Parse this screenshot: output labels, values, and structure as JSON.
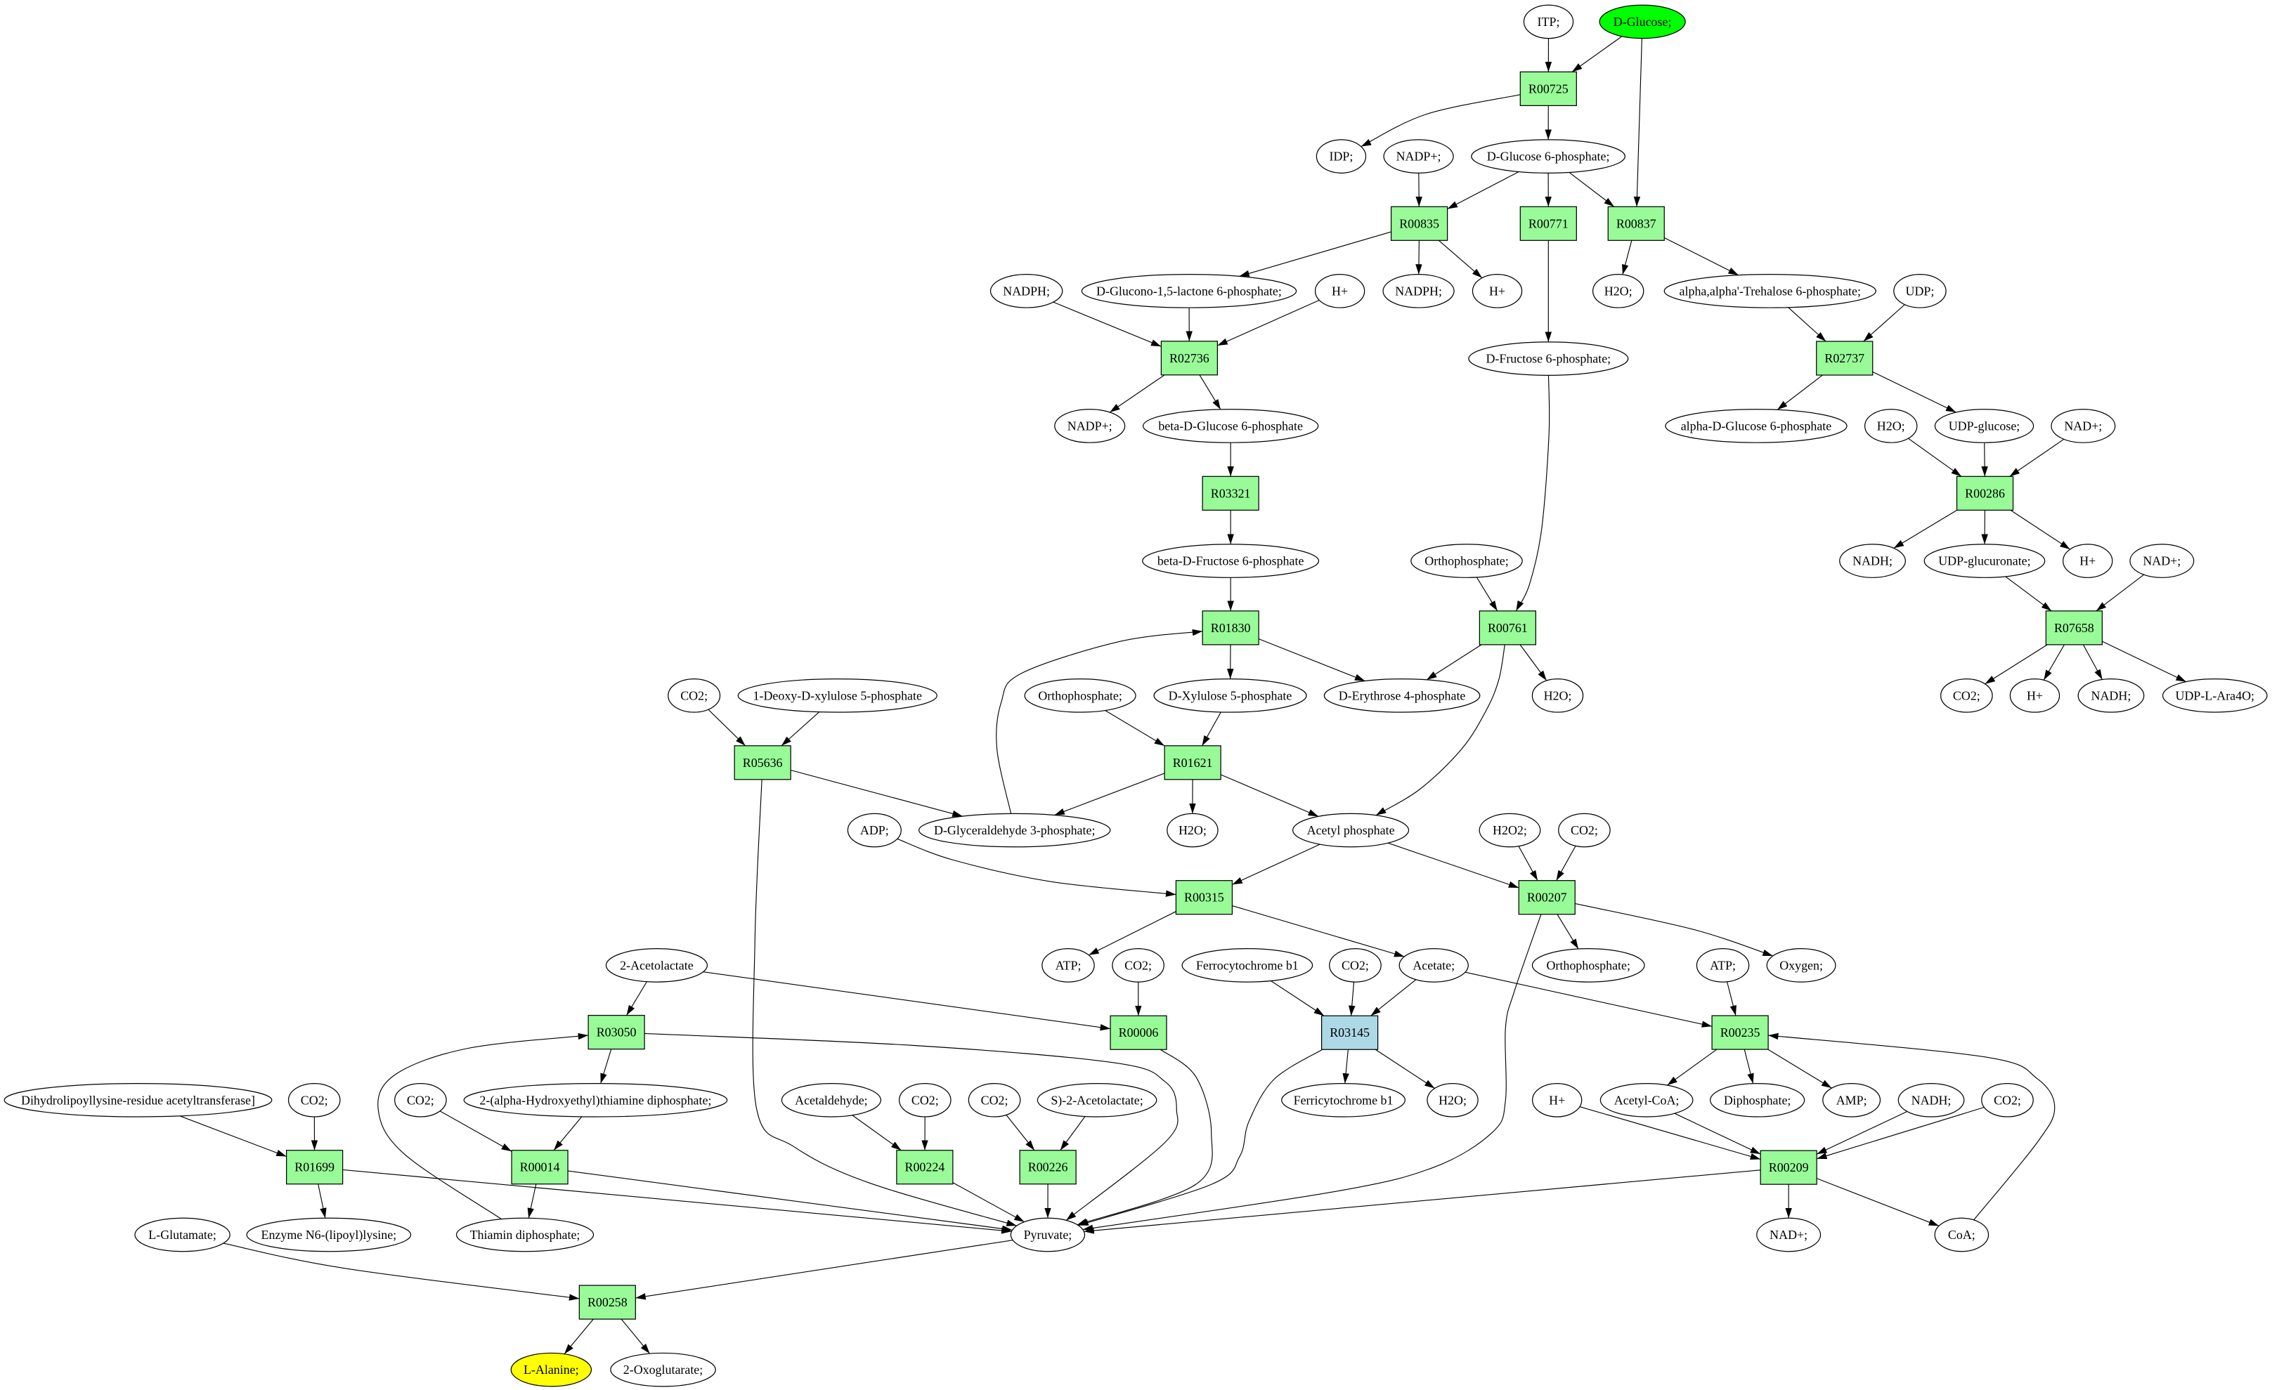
{
  "graph": {
    "style": {
      "reaction_fill": "#98fb98",
      "compound_fill": "#ffffff",
      "stroke": "#000000"
    },
    "nodes": [
      {
        "id": "itp",
        "label": "ITP;",
        "kind": "compound"
      },
      {
        "id": "dglc",
        "label": "D-Glucose;",
        "kind": "compound",
        "fill": "#00ff00",
        "role": "start"
      },
      {
        "id": "idp",
        "label": "IDP;",
        "kind": "compound"
      },
      {
        "id": "nadp_a",
        "label": "NADP+;",
        "kind": "compound"
      },
      {
        "id": "g6p",
        "label": "D-Glucose 6-phosphate;",
        "kind": "compound"
      },
      {
        "id": "nadph_a",
        "label": "NADPH;",
        "kind": "compound"
      },
      {
        "id": "gl6p",
        "label": "D-Glucono-1,5-lactone 6-phosphate;",
        "kind": "compound"
      },
      {
        "id": "hplus_a",
        "label": "H+",
        "kind": "compound"
      },
      {
        "id": "nadph_b",
        "label": "NADPH;",
        "kind": "compound"
      },
      {
        "id": "hplus_b",
        "label": "H+",
        "kind": "compound"
      },
      {
        "id": "h2o_a",
        "label": "H2O;",
        "kind": "compound"
      },
      {
        "id": "tre6p",
        "label": "alpha,alpha'-Trehalose 6-phosphate;",
        "kind": "compound"
      },
      {
        "id": "udp",
        "label": "UDP;",
        "kind": "compound"
      },
      {
        "id": "f6p",
        "label": "D-Fructose 6-phosphate;",
        "kind": "compound"
      },
      {
        "id": "nadp_b",
        "label": "NADP+;",
        "kind": "compound"
      },
      {
        "id": "bg6p",
        "label": "beta-D-Glucose 6-phosphate",
        "kind": "compound"
      },
      {
        "id": "ag6p",
        "label": "alpha-D-Glucose 6-phosphate",
        "kind": "compound"
      },
      {
        "id": "h2o_b",
        "label": "H2O;",
        "kind": "compound"
      },
      {
        "id": "udpglc",
        "label": "UDP-glucose;",
        "kind": "compound"
      },
      {
        "id": "nad_a",
        "label": "NAD+;",
        "kind": "compound"
      },
      {
        "id": "bf6p",
        "label": "beta-D-Fructose 6-phosphate",
        "kind": "compound"
      },
      {
        "id": "pi_a",
        "label": "Orthophosphate;",
        "kind": "compound"
      },
      {
        "id": "nadh_a",
        "label": "NADH;",
        "kind": "compound"
      },
      {
        "id": "udpglcur",
        "label": "UDP-glucuronate;",
        "kind": "compound"
      },
      {
        "id": "hplus_c",
        "label": "H+",
        "kind": "compound"
      },
      {
        "id": "nad_b",
        "label": "NAD+;",
        "kind": "compound"
      },
      {
        "id": "co2_a",
        "label": "CO2;",
        "kind": "compound"
      },
      {
        "id": "dxp",
        "label": "1-Deoxy-D-xylulose 5-phosphate",
        "kind": "compound"
      },
      {
        "id": "pi_b",
        "label": "Orthophosphate;",
        "kind": "compound"
      },
      {
        "id": "xu5p",
        "label": "D-Xylulose 5-phosphate",
        "kind": "compound"
      },
      {
        "id": "e4p",
        "label": "D-Erythrose 4-phosphate",
        "kind": "compound"
      },
      {
        "id": "h2o_c",
        "label": "H2O;",
        "kind": "compound"
      },
      {
        "id": "co2_b",
        "label": "CO2;",
        "kind": "compound"
      },
      {
        "id": "hplus_d",
        "label": "H+",
        "kind": "compound"
      },
      {
        "id": "nadh_b",
        "label": "NADH;",
        "kind": "compound"
      },
      {
        "id": "udpara4o",
        "label": "UDP-L-Ara4O;",
        "kind": "compound"
      },
      {
        "id": "adp",
        "label": "ADP;",
        "kind": "compound"
      },
      {
        "id": "gap",
        "label": "D-Glyceraldehyde 3-phosphate;",
        "kind": "compound"
      },
      {
        "id": "h2o_d",
        "label": "H2O;",
        "kind": "compound"
      },
      {
        "id": "acp",
        "label": "Acetyl phosphate",
        "kind": "compound"
      },
      {
        "id": "h2o2",
        "label": "H2O2;",
        "kind": "compound"
      },
      {
        "id": "co2_c",
        "label": "CO2;",
        "kind": "compound"
      },
      {
        "id": "atp_a",
        "label": "ATP;",
        "kind": "compound"
      },
      {
        "id": "co2_d",
        "label": "CO2;",
        "kind": "compound"
      },
      {
        "id": "ferrocyt",
        "label": "Ferrocytochrome b1",
        "kind": "compound"
      },
      {
        "id": "co2_e",
        "label": "CO2;",
        "kind": "compound"
      },
      {
        "id": "acetate",
        "label": "Acetate;",
        "kind": "compound"
      },
      {
        "id": "pi_c",
        "label": "Orthophosphate;",
        "kind": "compound"
      },
      {
        "id": "atp_b",
        "label": "ATP;",
        "kind": "compound"
      },
      {
        "id": "oxygen",
        "label": "Oxygen;",
        "kind": "compound"
      },
      {
        "id": "acetolactate",
        "label": "2-Acetolactate",
        "kind": "compound"
      },
      {
        "id": "dlat",
        "label": "Dihydrolipoyllysine-residue acetyltransferase]",
        "kind": "compound"
      },
      {
        "id": "co2_f",
        "label": "CO2;",
        "kind": "compound"
      },
      {
        "id": "co2_g",
        "label": "CO2;",
        "kind": "compound"
      },
      {
        "id": "hethdp",
        "label": "2-(alpha-Hydroxyethyl)thiamine diphosphate;",
        "kind": "compound"
      },
      {
        "id": "acetaldehyde",
        "label": "Acetaldehyde;",
        "kind": "compound"
      },
      {
        "id": "co2_h",
        "label": "CO2;",
        "kind": "compound"
      },
      {
        "id": "co2_i",
        "label": "CO2;",
        "kind": "compound"
      },
      {
        "id": "s_acetolactate",
        "label": "S)-2-Acetolactate;",
        "kind": "compound"
      },
      {
        "id": "ferricyt",
        "label": "Ferricytochrome b1",
        "kind": "compound"
      },
      {
        "id": "h2o_e",
        "label": "H2O;",
        "kind": "compound"
      },
      {
        "id": "hplus_e",
        "label": "H+",
        "kind": "compound"
      },
      {
        "id": "accoa",
        "label": "Acetyl-CoA;",
        "kind": "compound"
      },
      {
        "id": "ppi",
        "label": "Diphosphate;",
        "kind": "compound"
      },
      {
        "id": "amp",
        "label": "AMP;",
        "kind": "compound"
      },
      {
        "id": "nadh_c",
        "label": "NADH;",
        "kind": "compound"
      },
      {
        "id": "co2_j",
        "label": "CO2;",
        "kind": "compound"
      },
      {
        "id": "glu",
        "label": "L-Glutamate;",
        "kind": "compound"
      },
      {
        "id": "lipoyllys",
        "label": "Enzyme N6-(lipoyl)lysine;",
        "kind": "compound"
      },
      {
        "id": "thdp",
        "label": "Thiamin diphosphate;",
        "kind": "compound"
      },
      {
        "id": "pyr",
        "label": "Pyruvate;",
        "kind": "compound"
      },
      {
        "id": "nad_c",
        "label": "NAD+;",
        "kind": "compound"
      },
      {
        "id": "coa",
        "label": "CoA;",
        "kind": "compound"
      },
      {
        "id": "ala",
        "label": "L-Alanine;",
        "kind": "compound",
        "fill": "#ffff00",
        "role": "target"
      },
      {
        "id": "akg",
        "label": "2-Oxoglutarate;",
        "kind": "compound"
      },
      {
        "id": "R00725",
        "label": "R00725",
        "kind": "reaction"
      },
      {
        "id": "R00835",
        "label": "R00835",
        "kind": "reaction"
      },
      {
        "id": "R00771",
        "label": "R00771",
        "kind": "reaction"
      },
      {
        "id": "R00837",
        "label": "R00837",
        "kind": "reaction"
      },
      {
        "id": "R02736",
        "label": "R02736",
        "kind": "reaction"
      },
      {
        "id": "R02737",
        "label": "R02737",
        "kind": "reaction"
      },
      {
        "id": "R03321",
        "label": "R03321",
        "kind": "reaction"
      },
      {
        "id": "R00286",
        "label": "R00286",
        "kind": "reaction"
      },
      {
        "id": "R01830",
        "label": "R01830",
        "kind": "reaction"
      },
      {
        "id": "R00761",
        "label": "R00761",
        "kind": "reaction"
      },
      {
        "id": "R07658",
        "label": "R07658",
        "kind": "reaction"
      },
      {
        "id": "R05636",
        "label": "R05636",
        "kind": "reaction"
      },
      {
        "id": "R01621",
        "label": "R01621",
        "kind": "reaction"
      },
      {
        "id": "R00315",
        "label": "R00315",
        "kind": "reaction"
      },
      {
        "id": "R00207",
        "label": "R00207",
        "kind": "reaction"
      },
      {
        "id": "R03050",
        "label": "R03050",
        "kind": "reaction"
      },
      {
        "id": "R00006",
        "label": "R00006",
        "kind": "reaction"
      },
      {
        "id": "R03145",
        "label": "R03145",
        "kind": "reaction",
        "fill": "#add8e6"
      },
      {
        "id": "R00235",
        "label": "R00235",
        "kind": "reaction"
      },
      {
        "id": "R01699",
        "label": "R01699",
        "kind": "reaction"
      },
      {
        "id": "R00014",
        "label": "R00014",
        "kind": "reaction"
      },
      {
        "id": "R00224",
        "label": "R00224",
        "kind": "reaction"
      },
      {
        "id": "R00226",
        "label": "R00226",
        "kind": "reaction"
      },
      {
        "id": "R00209",
        "label": "R00209",
        "kind": "reaction"
      },
      {
        "id": "R00258",
        "label": "R00258",
        "kind": "reaction"
      }
    ],
    "edges": [
      {
        "from": "itp",
        "to": "R00725"
      },
      {
        "from": "dglc",
        "to": "R00725"
      },
      {
        "from": "R00725",
        "to": "idp"
      },
      {
        "from": "R00725",
        "to": "g6p"
      },
      {
        "from": "nadp_a",
        "to": "R00835"
      },
      {
        "from": "g6p",
        "to": "R00835"
      },
      {
        "from": "g6p",
        "to": "R00771"
      },
      {
        "from": "g6p",
        "to": "R00837"
      },
      {
        "from": "dglc",
        "to": "R00837"
      },
      {
        "from": "R00835",
        "to": "gl6p"
      },
      {
        "from": "R00835",
        "to": "nadph_b"
      },
      {
        "from": "R00835",
        "to": "hplus_b"
      },
      {
        "from": "R00837",
        "to": "h2o_a"
      },
      {
        "from": "R00837",
        "to": "tre6p"
      },
      {
        "from": "R00771",
        "to": "f6p"
      },
      {
        "from": "nadph_a",
        "to": "R02736"
      },
      {
        "from": "gl6p",
        "to": "R02736"
      },
      {
        "from": "hplus_a",
        "to": "R02736"
      },
      {
        "from": "tre6p",
        "to": "R02737"
      },
      {
        "from": "udp",
        "to": "R02737"
      },
      {
        "from": "R02736",
        "to": "nadp_b"
      },
      {
        "from": "R02736",
        "to": "bg6p"
      },
      {
        "from": "R02737",
        "to": "ag6p"
      },
      {
        "from": "R02737",
        "to": "udpglc"
      },
      {
        "from": "bg6p",
        "to": "R03321"
      },
      {
        "from": "R03321",
        "to": "bf6p"
      },
      {
        "from": "h2o_b",
        "to": "R00286"
      },
      {
        "from": "udpglc",
        "to": "R00286"
      },
      {
        "from": "nad_a",
        "to": "R00286"
      },
      {
        "from": "R00286",
        "to": "nadh_a"
      },
      {
        "from": "R00286",
        "to": "udpglcur"
      },
      {
        "from": "R00286",
        "to": "hplus_c"
      },
      {
        "from": "udpglcur",
        "to": "R07658"
      },
      {
        "from": "nad_b",
        "to": "R07658"
      },
      {
        "from": "R07658",
        "to": "co2_b"
      },
      {
        "from": "R07658",
        "to": "hplus_d"
      },
      {
        "from": "R07658",
        "to": "nadh_b"
      },
      {
        "from": "R07658",
        "to": "udpara4o"
      },
      {
        "from": "bf6p",
        "to": "R01830"
      },
      {
        "from": "gap",
        "to": "R01830"
      },
      {
        "from": "R01830",
        "to": "xu5p"
      },
      {
        "from": "R01830",
        "to": "e4p"
      },
      {
        "from": "pi_a",
        "to": "R00761"
      },
      {
        "from": "f6p",
        "to": "R00761"
      },
      {
        "from": "R00761",
        "to": "e4p"
      },
      {
        "from": "R00761",
        "to": "h2o_c"
      },
      {
        "from": "R00761",
        "to": "acp"
      },
      {
        "from": "co2_a",
        "to": "R05636"
      },
      {
        "from": "dxp",
        "to": "R05636"
      },
      {
        "from": "R05636",
        "to": "gap"
      },
      {
        "from": "R05636",
        "to": "pyr"
      },
      {
        "from": "pi_b",
        "to": "R01621"
      },
      {
        "from": "xu5p",
        "to": "R01621"
      },
      {
        "from": "R01621",
        "to": "gap"
      },
      {
        "from": "R01621",
        "to": "h2o_d"
      },
      {
        "from": "R01621",
        "to": "acp"
      },
      {
        "from": "adp",
        "to": "R00315"
      },
      {
        "from": "acp",
        "to": "R00315"
      },
      {
        "from": "R00315",
        "to": "atp_a"
      },
      {
        "from": "R00315",
        "to": "acetate"
      },
      {
        "from": "acp",
        "to": "R00207"
      },
      {
        "from": "h2o2",
        "to": "R00207"
      },
      {
        "from": "co2_c",
        "to": "R00207"
      },
      {
        "from": "R00207",
        "to": "pi_c"
      },
      {
        "from": "R00207",
        "to": "oxygen"
      },
      {
        "from": "R00207",
        "to": "pyr"
      },
      {
        "from": "acetolactate",
        "to": "R03050"
      },
      {
        "from": "thdp",
        "to": "R03050"
      },
      {
        "from": "R03050",
        "to": "hethdp"
      },
      {
        "from": "R03050",
        "to": "pyr"
      },
      {
        "from": "acetolactate",
        "to": "R00006"
      },
      {
        "from": "co2_d",
        "to": "R00006"
      },
      {
        "from": "R00006",
        "to": "pyr"
      },
      {
        "from": "ferrocyt",
        "to": "R03145"
      },
      {
        "from": "co2_e",
        "to": "R03145"
      },
      {
        "from": "acetate",
        "to": "R03145"
      },
      {
        "from": "R03145",
        "to": "ferricyt"
      },
      {
        "from": "R03145",
        "to": "h2o_e"
      },
      {
        "from": "R03145",
        "to": "pyr"
      },
      {
        "from": "acetate",
        "to": "R00235"
      },
      {
        "from": "atp_b",
        "to": "R00235"
      },
      {
        "from": "coa",
        "to": "R00235"
      },
      {
        "from": "R00235",
        "to": "accoa"
      },
      {
        "from": "R00235",
        "to": "ppi"
      },
      {
        "from": "R00235",
        "to": "amp"
      },
      {
        "from": "dlat",
        "to": "R01699"
      },
      {
        "from": "co2_f",
        "to": "R01699"
      },
      {
        "from": "R01699",
        "to": "lipoyllys"
      },
      {
        "from": "R01699",
        "to": "pyr"
      },
      {
        "from": "co2_g",
        "to": "R00014"
      },
      {
        "from": "hethdp",
        "to": "R00014"
      },
      {
        "from": "R00014",
        "to": "thdp"
      },
      {
        "from": "R00014",
        "to": "pyr"
      },
      {
        "from": "acetaldehyde",
        "to": "R00224"
      },
      {
        "from": "co2_h",
        "to": "R00224"
      },
      {
        "from": "R00224",
        "to": "pyr"
      },
      {
        "from": "co2_i",
        "to": "R00226"
      },
      {
        "from": "s_acetolactate",
        "to": "R00226"
      },
      {
        "from": "R00226",
        "to": "pyr"
      },
      {
        "from": "hplus_e",
        "to": "R00209"
      },
      {
        "from": "accoa",
        "to": "R00209"
      },
      {
        "from": "nadh_c",
        "to": "R00209"
      },
      {
        "from": "co2_j",
        "to": "R00209"
      },
      {
        "from": "R00209",
        "to": "nad_c"
      },
      {
        "from": "R00209",
        "to": "coa"
      },
      {
        "from": "R00209",
        "to": "pyr"
      },
      {
        "from": "glu",
        "to": "R00258"
      },
      {
        "from": "pyr",
        "to": "R00258"
      },
      {
        "from": "R00258",
        "to": "ala"
      },
      {
        "from": "R00258",
        "to": "akg"
      }
    ]
  }
}
